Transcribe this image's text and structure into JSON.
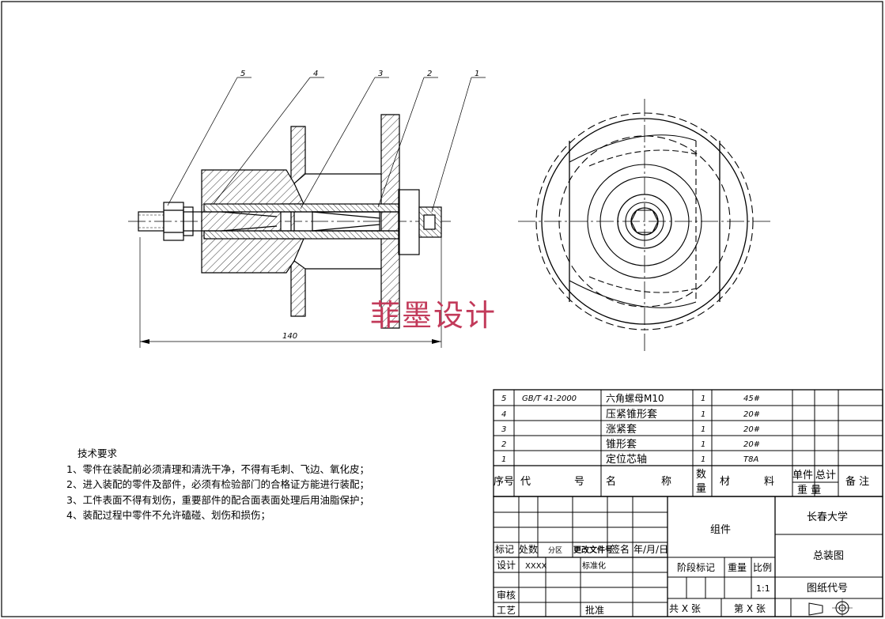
{
  "watermark": "菲墨设计",
  "dimension_140": "140",
  "balloons": [
    "1",
    "2",
    "3",
    "4",
    "5"
  ],
  "tech_requirements": {
    "title": "技术要求",
    "items": [
      "1、零件在装配前必须清理和清洗干净，不得有毛刺、飞边、氧化皮；",
      "2、进入装配的零件及部件，必须有检验部门的合格证方能进行装配；",
      "3、工件表面不得有划伤，重要部件的配合面表面处理后用油脂保护；",
      "4、装配过程中零件不允许磕碰、划伤和损伤；"
    ]
  },
  "bom": {
    "rows": [
      {
        "no": "5",
        "code": "GB/T 41-2000",
        "name": "六角螺母M10",
        "qty": "1",
        "material": "45#"
      },
      {
        "no": "4",
        "code": "",
        "name": "压紧锥形套",
        "qty": "1",
        "material": "20#"
      },
      {
        "no": "3",
        "code": "",
        "name": "涨紧套",
        "qty": "1",
        "material": "20#"
      },
      {
        "no": "2",
        "code": "",
        "name": "锥形套",
        "qty": "1",
        "material": "20#"
      },
      {
        "no": "1",
        "code": "",
        "name": "定位芯轴",
        "qty": "1",
        "material": "T8A"
      }
    ],
    "headers": {
      "no": "序号",
      "code_a": "代",
      "code_b": "号",
      "name_a": "名",
      "name_b": "称",
      "qty_a": "数",
      "qty_b": "量",
      "mat_a": "材",
      "mat_b": "料",
      "unit": "单件",
      "total": "总计",
      "weight": "重  量",
      "remark": "备 注"
    }
  },
  "title_block": {
    "mark": "标记",
    "count": "处数",
    "zone": "分区",
    "change_doc": "更改文件号",
    "sign": "签名",
    "date": "年/月/日",
    "design": "设计",
    "designer": "XXXX",
    "standardize": "标准化",
    "review": "审核",
    "process": "工艺",
    "approve": "批准",
    "drawing_type": "组件",
    "stage_mark": "阶段标记",
    "weight": "重量",
    "scale": "比例",
    "scale_value": "1:1",
    "sheets_total": "共  X  张",
    "sheet_no": "第  X  张",
    "school": "长春大学",
    "drawing_name": "总装图",
    "drawing_code": "图纸代号"
  }
}
